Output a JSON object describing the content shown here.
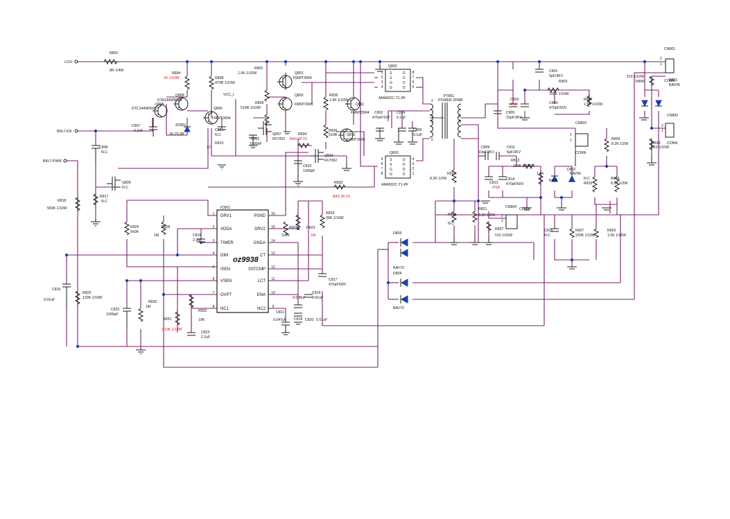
{
  "nets": {
    "p12v": "+12V",
    "bklt_en": "BKLT-EN",
    "bklt_pwm": "BKLT-PWM",
    "vcc": "VCC_I"
  },
  "ic": {
    "ref": "IC801",
    "brand": "oz9938",
    "left_pins": [
      {
        "num": "1",
        "name": "DRV1"
      },
      {
        "num": "2",
        "name": "VDDA"
      },
      {
        "num": "3",
        "name": "TIMER"
      },
      {
        "num": "4",
        "name": "DIM"
      },
      {
        "num": "5",
        "name": "ISEN"
      },
      {
        "num": "6",
        "name": "VSEN"
      },
      {
        "num": "7",
        "name": "OVPT"
      },
      {
        "num": "8",
        "name": "NC1"
      }
    ],
    "right_pins": [
      {
        "num": "16",
        "name": "PSND"
      },
      {
        "num": "15",
        "name": "DRV2"
      },
      {
        "num": "14",
        "name": "GNDA"
      },
      {
        "num": "13",
        "name": "CT"
      },
      {
        "num": "12",
        "name": "SSTCMP"
      },
      {
        "num": "11",
        "name": "LCT"
      },
      {
        "num": "10",
        "name": "ENA"
      },
      {
        "num": "9",
        "name": "NC2"
      }
    ]
  },
  "mosfets": {
    "q802": {
      "ref": "Q802",
      "part": "AM4502C-T1-PF",
      "pins": [
        "1",
        "2",
        "3",
        "4",
        "8",
        "7",
        "6",
        "5"
      ],
      "gate": [
        "S",
        "S",
        "G",
        "G"
      ]
    },
    "q803": {
      "ref": "Q803",
      "part": "AM4502C-T1-PF",
      "pins": [
        "5",
        "6",
        "7",
        "8",
        "4",
        "3",
        "2",
        "1"
      ],
      "gate": [
        "S",
        "S",
        "G",
        "G"
      ]
    }
  },
  "transformer": {
    "ref": "PT801",
    "part": "POWER XFMR",
    "pins": [
      "2",
      "7",
      "3",
      "6",
      "4",
      "5"
    ]
  },
  "connectors": {
    "cn801": {
      "ref": "CN801",
      "label": "CONN",
      "pins": [
        "2",
        "1"
      ]
    },
    "cn802": {
      "ref": "CN802",
      "label": "CONN",
      "pins": [
        "2",
        "1"
      ]
    },
    "cn803": {
      "ref": "CN803",
      "label": "CONN",
      "pins": [
        "2",
        "1"
      ]
    },
    "cn804": {
      "ref": "CN804",
      "label": "CONN",
      "pins": [
        "2",
        "1"
      ]
    }
  },
  "labels": {
    "r801": "R801",
    "r801v": "8R 1/4W",
    "r804": "R804",
    "r804v": "1K  1/10W",
    "q808": "Q808",
    "q808p": "DTA144WN3/S",
    "q805": "Q805",
    "q805p": "DTC144WN3/S",
    "r808": "R808",
    "r808v": "470R 1/10W",
    "zd801": "ZD801",
    "zd801p": "RLZ5.6B",
    "q806": "Q806",
    "q806p": "FMMT3904",
    "c825": "C825",
    "c825v": "N.C",
    "c807": "C807",
    "c807v": "0.1uF",
    "r810": "R810",
    "r810v": "22",
    "r802": "R802",
    "r802v": "1.5K 1/10W",
    "r806": "R806",
    "r806v": "510R 1/10W",
    "c812": "C812",
    "c812v": "1000pF",
    "q801": "Q801",
    "q801p": "FMMT3904",
    "q802b": "Q802",
    "q802bp": "FMMT3906",
    "q807": "Q807",
    "q807p": "FK7002",
    "r834": "R834",
    "r834v": "BAS 80 23",
    "r835": "R835",
    "r835v": "1.5K 1/10W",
    "q811": "Q811",
    "q811p": "FMMT3904",
    "r836": "R836",
    "r836v": "510R",
    "q812": "Q812",
    "q812p": "FMMT3906",
    "q810": "Q810",
    "q810p": "FK7002",
    "c810": "C810",
    "c810v": "1000pF",
    "r833": "R833",
    "r833v": "BAS 80 23",
    "c802": "C802",
    "c802v": "470uF/16V",
    "c824": "C824",
    "c824v": "0.1uF",
    "c806": "C806",
    "c806v": "0.1uF",
    "c808": "C808",
    "c808v": "N.C",
    "q809": "Q809",
    "q809v": "N.C",
    "r817": "R817",
    "r817v": "N.C",
    "r818": "R818",
    "r818v": "560K 1/10W",
    "r829": "R829",
    "r829v": "560K",
    "r828": "R828",
    "r828v": "1M",
    "c815": "C815",
    "c815v": "2.2uF",
    "r826": "R826",
    "r826v": "100K",
    "r823": "R823",
    "r823v": "1M",
    "r824": "R824",
    "r824v": "39K 1/10W",
    "c817": "C817",
    "c817v": "470pF/50V",
    "c819": "C819",
    "c819v": "0.01uF",
    "c818": "C818",
    "c818v": "0.008uF",
    "c821": "C821",
    "c821v": "0.047uF",
    "c820": "C820",
    "c820v": "0.01uF",
    "c816": "C816",
    "c816v": "0.01uF",
    "r820": "R820",
    "r820v": "120K 1/10W",
    "c822": "C822",
    "c822v": "1000pF",
    "r830": "R830",
    "r830v": "1M",
    "r831": "R831",
    "r831v": "510K 1/10W",
    "r832": "R832",
    "r832v": "10K",
    "c823": "C823",
    "c823v": "2.2uF",
    "c801": "C801",
    "c801v": "5pF/3KV",
    "r803": "R803",
    "r803v": "100K 1/10W",
    "r807": "R807",
    "r807v": "1.5K 1/10W",
    "c803": "C803",
    "c803v": "47pF",
    "c804": "C804",
    "c804v": "470pF/50V",
    "c805": "C805",
    "c805v": "10pF/3KV",
    "d801": "D801",
    "d801p": "BAV99",
    "r805": "R805",
    "r805v": "510 1/10W",
    "r838": "R838",
    "r838v": "510 1/10W",
    "r809": "R809",
    "r809v": "8.2K 1/2W",
    "c809": "C809",
    "c809v": "10pF/3KV",
    "c811": "C811",
    "c811v": "5pF/3KV",
    "r813": "R813",
    "r813v": "100K 1/10W",
    "c813": "C813",
    "c813v": "47pF",
    "c814": "C814",
    "c814v": "470pF/50V",
    "r812": "R812",
    "r812v": "1.5K",
    "d802": "D802",
    "d802p": "BAV99",
    "r815": "R815",
    "r815v": "N.C",
    "r816": "R816",
    "r816v": "8.2K 1/2W",
    "r814": "R814",
    "r814v": "8.2K 1/2W",
    "r822": "R822",
    "r822v": "N.C",
    "r821": "R821",
    "r821v": "8.2K 1/2W",
    "r837": "R837",
    "r837v": "510 1/10W",
    "c815b": "C815",
    "c815bv": "N.C",
    "r827": "R827",
    "r827v": "220K 1/10W",
    "r825": "R825",
    "r825v": "1.5K 1/10W",
    "d803": "D803",
    "d803p": "BAV70",
    "d804": "D804",
    "d804p": "BAV70"
  }
}
